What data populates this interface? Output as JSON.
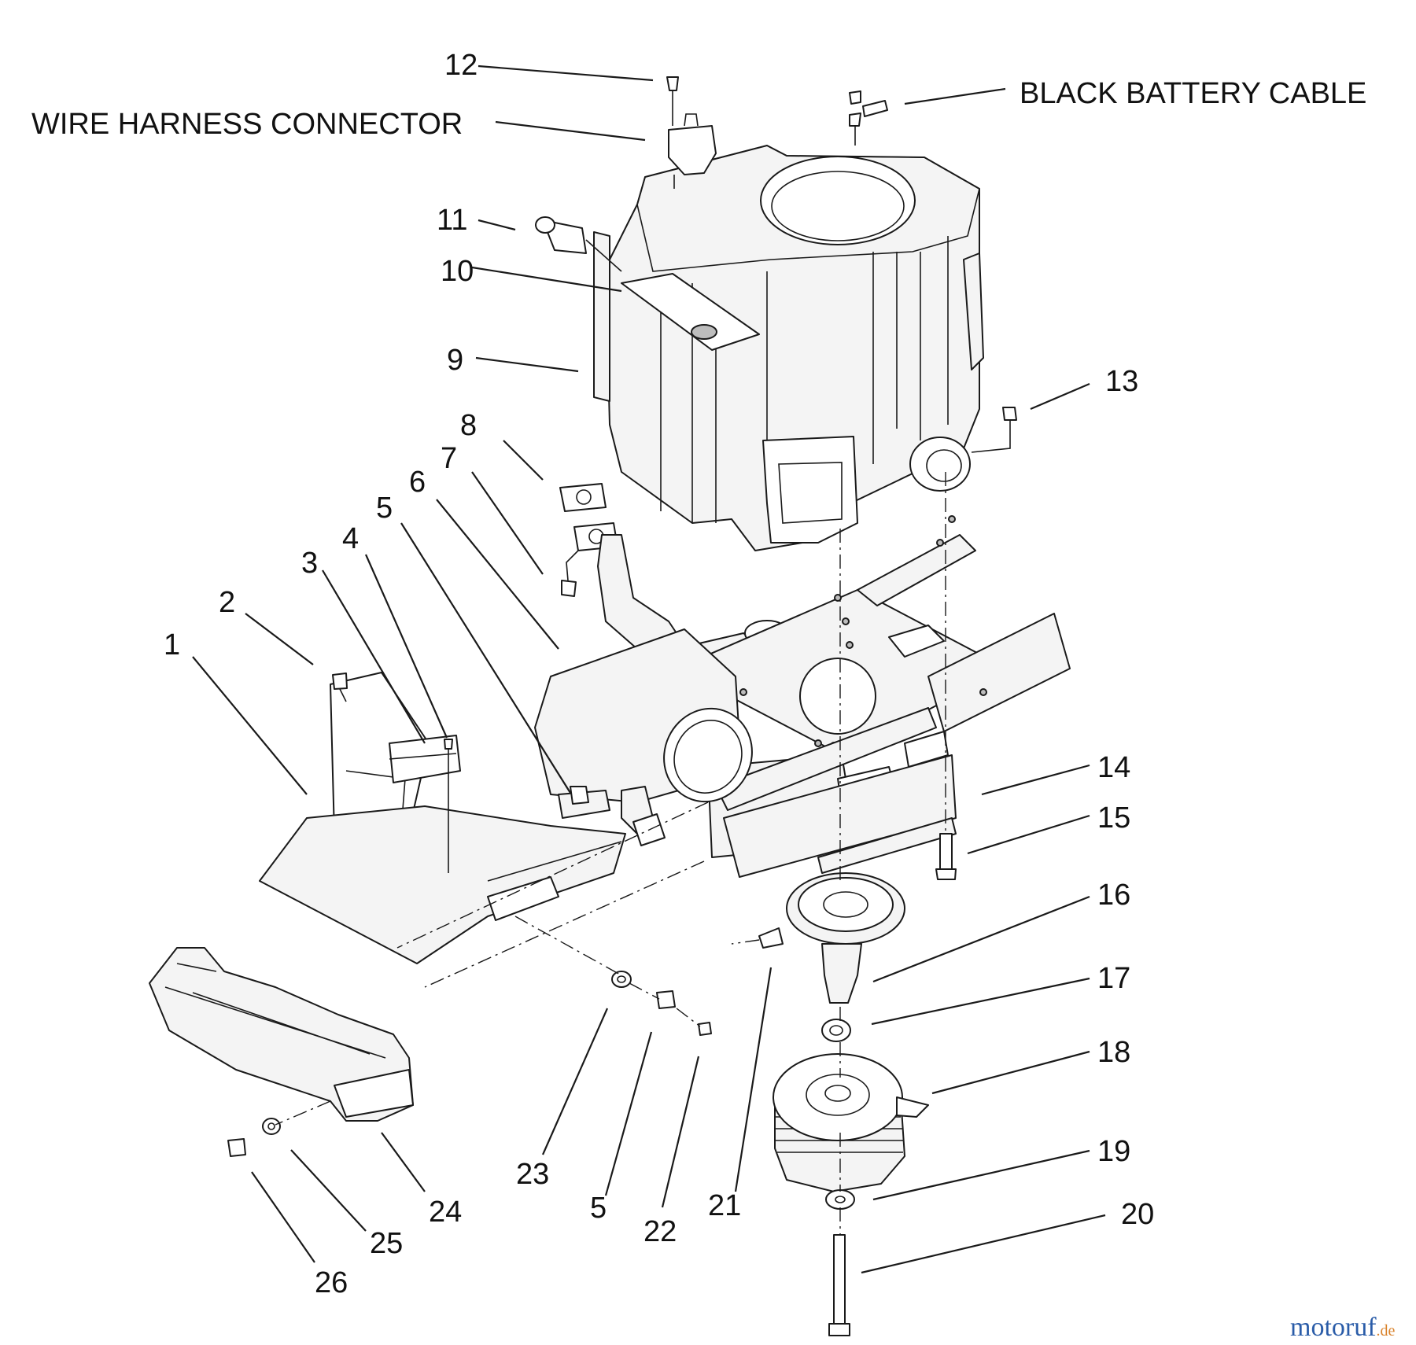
{
  "labels": {
    "wire_harness_connector": "WIRE HARNESS CONNECTOR",
    "black_battery_cable": "BLACK BATTERY CABLE"
  },
  "callouts": [
    "1",
    "2",
    "3",
    "4",
    "5",
    "6",
    "7",
    "8",
    "9",
    "10",
    "11",
    "12",
    "13",
    "14",
    "15",
    "16",
    "17",
    "18",
    "19",
    "20",
    "21",
    "22",
    "23",
    "5",
    "24",
    "25",
    "26"
  ],
  "watermark": {
    "text_main": "motoruf",
    "text_suffix": ".de",
    "color_a": "#2a5ca8",
    "color_b": "#d9822b"
  }
}
